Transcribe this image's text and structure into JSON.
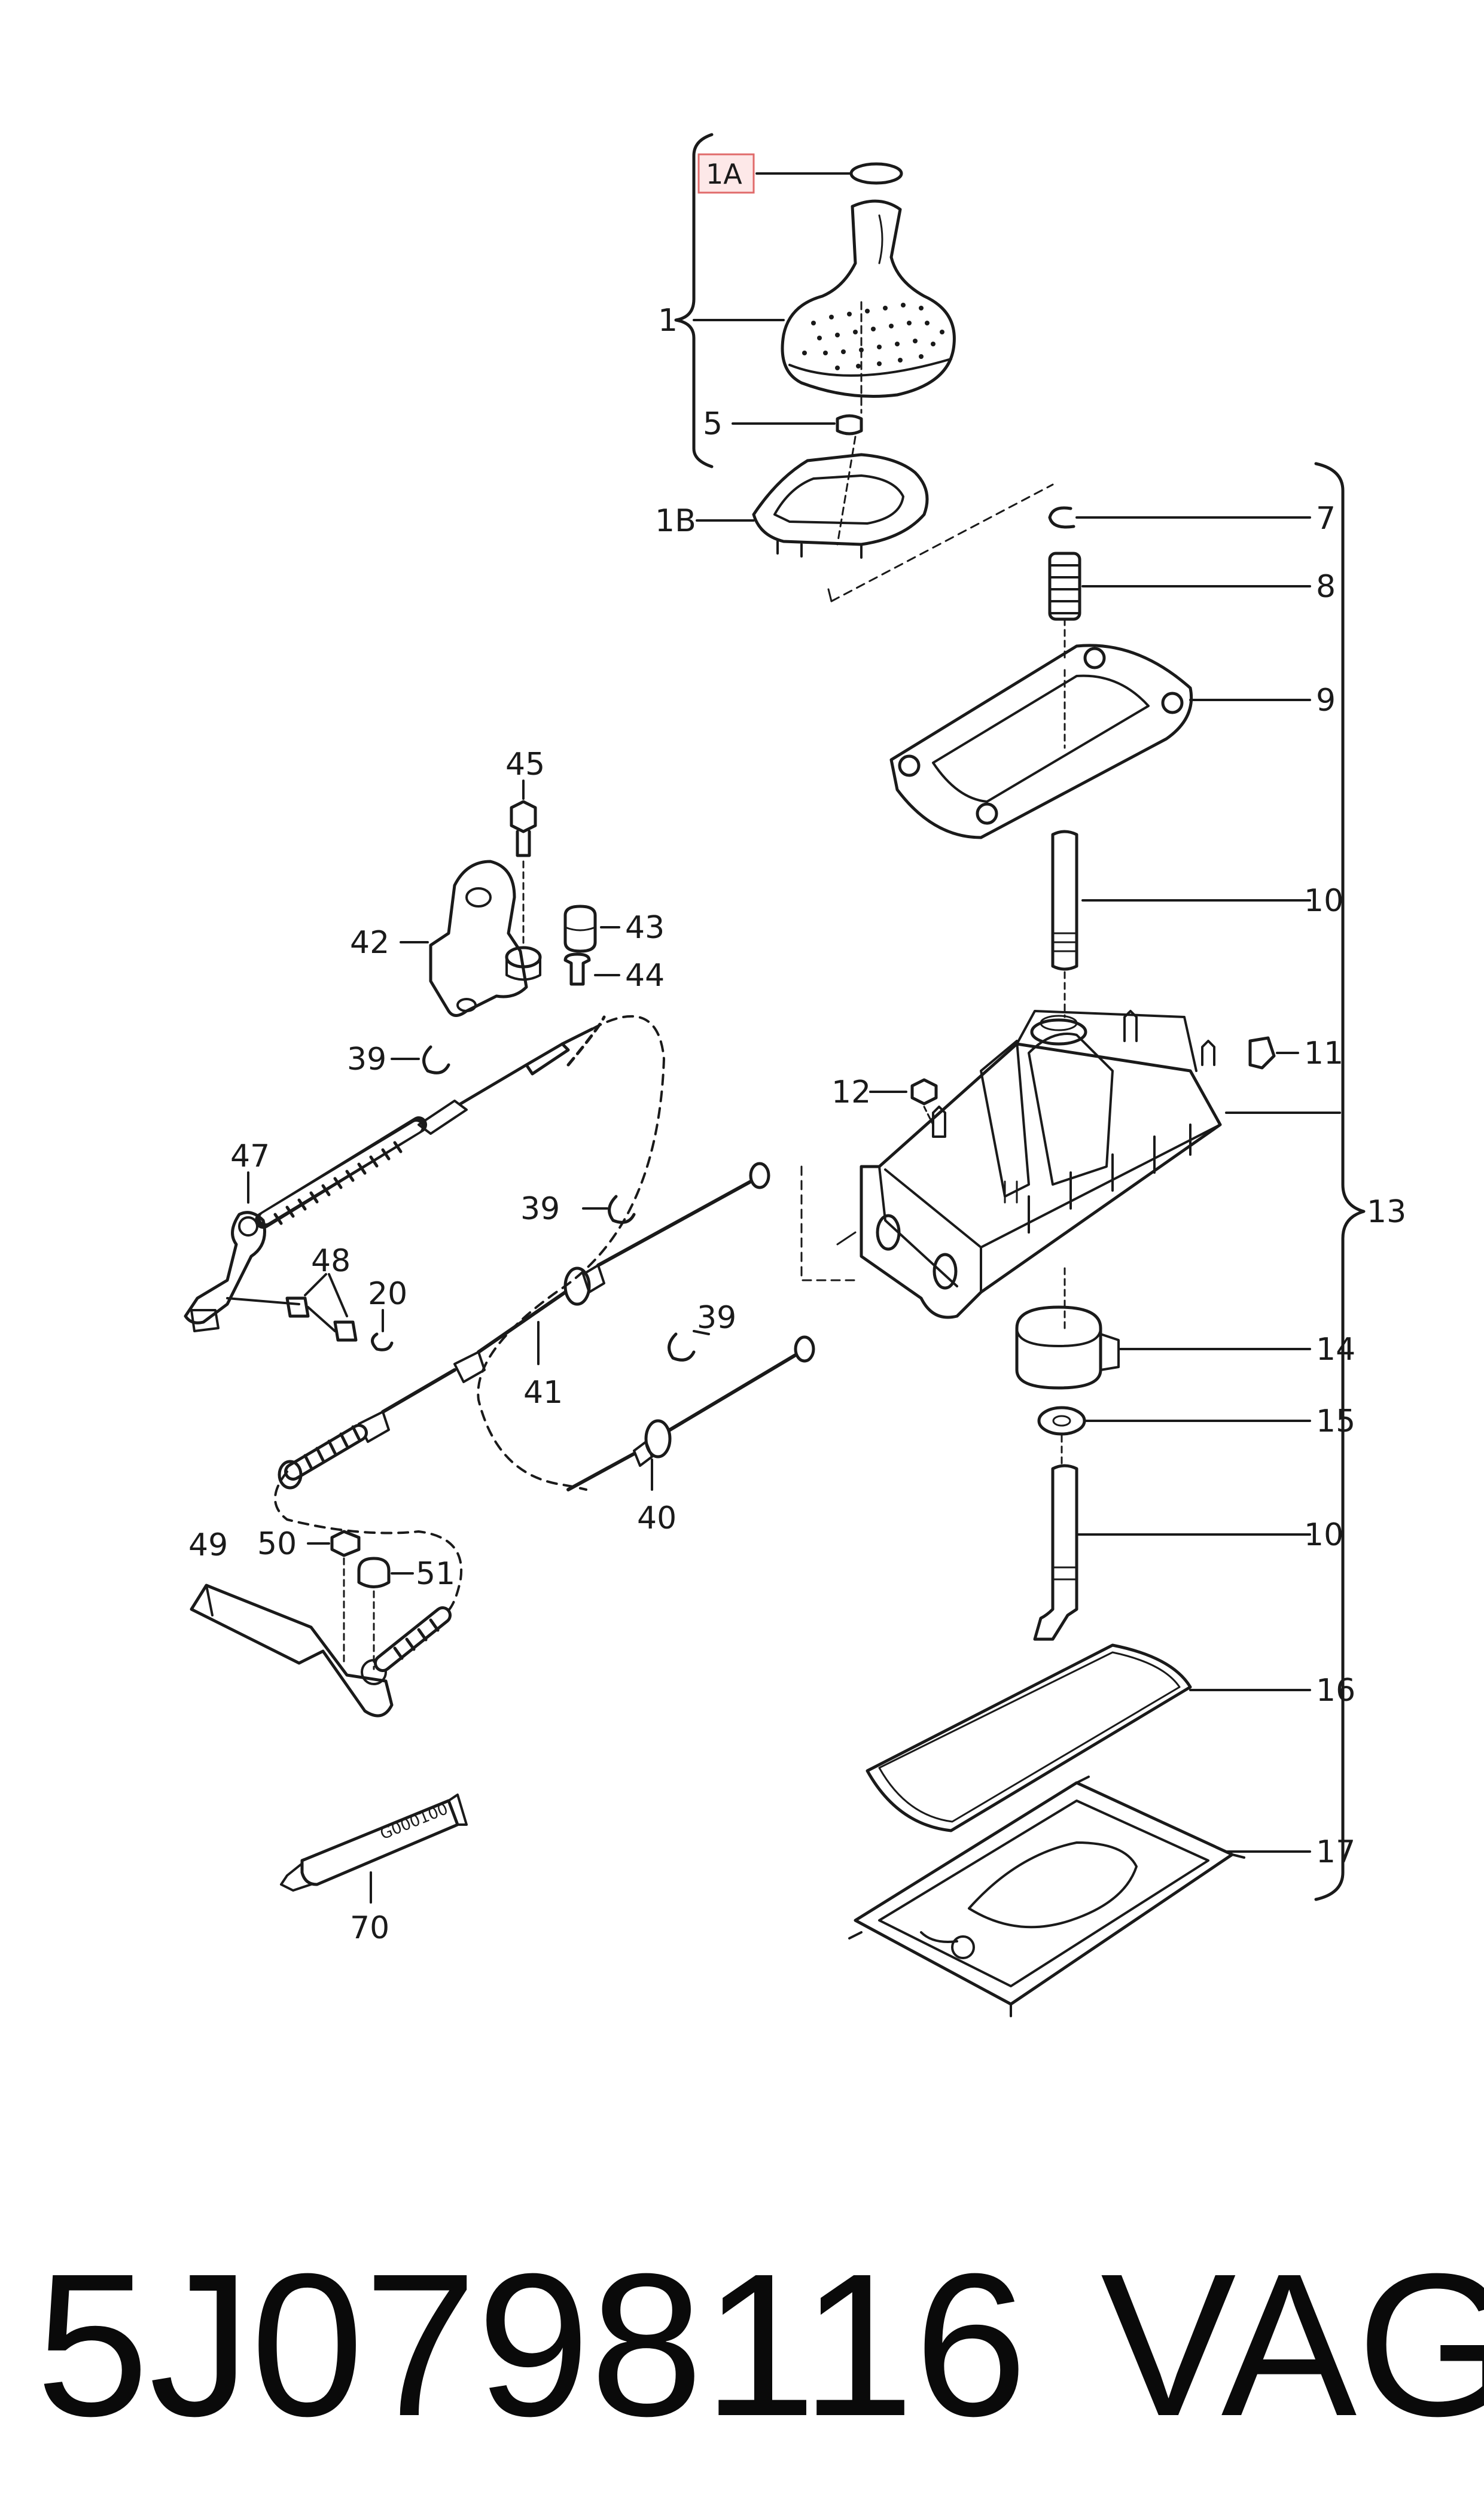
{
  "diagram": {
    "labels": {
      "l1A": "1A",
      "l1": "1",
      "l5": "5",
      "l1B": "1B",
      "l7": "7",
      "l8": "8",
      "l9": "9",
      "l10a": "10",
      "l11": "11",
      "l12": "12",
      "l13": "13",
      "l14": "14",
      "l15": "15",
      "l10b": "10",
      "l16": "16",
      "l17": "17",
      "l45": "45",
      "l42": "42",
      "l43": "43",
      "l44": "44",
      "l39a": "39",
      "l47": "47",
      "l48": "48",
      "l20": "20",
      "l39b": "39",
      "l41": "41",
      "l39c": "39",
      "l40": "40",
      "l49": "49",
      "l50": "50",
      "l51": "51",
      "l70": "70"
    },
    "tube_text": "G000100"
  },
  "footer": {
    "part_number": "5J0798116",
    "brand": "VAG"
  },
  "colors": {
    "line": "#1a1a1a",
    "highlight_box": "#e06a6a",
    "highlight_fill": "#fde8e8"
  }
}
